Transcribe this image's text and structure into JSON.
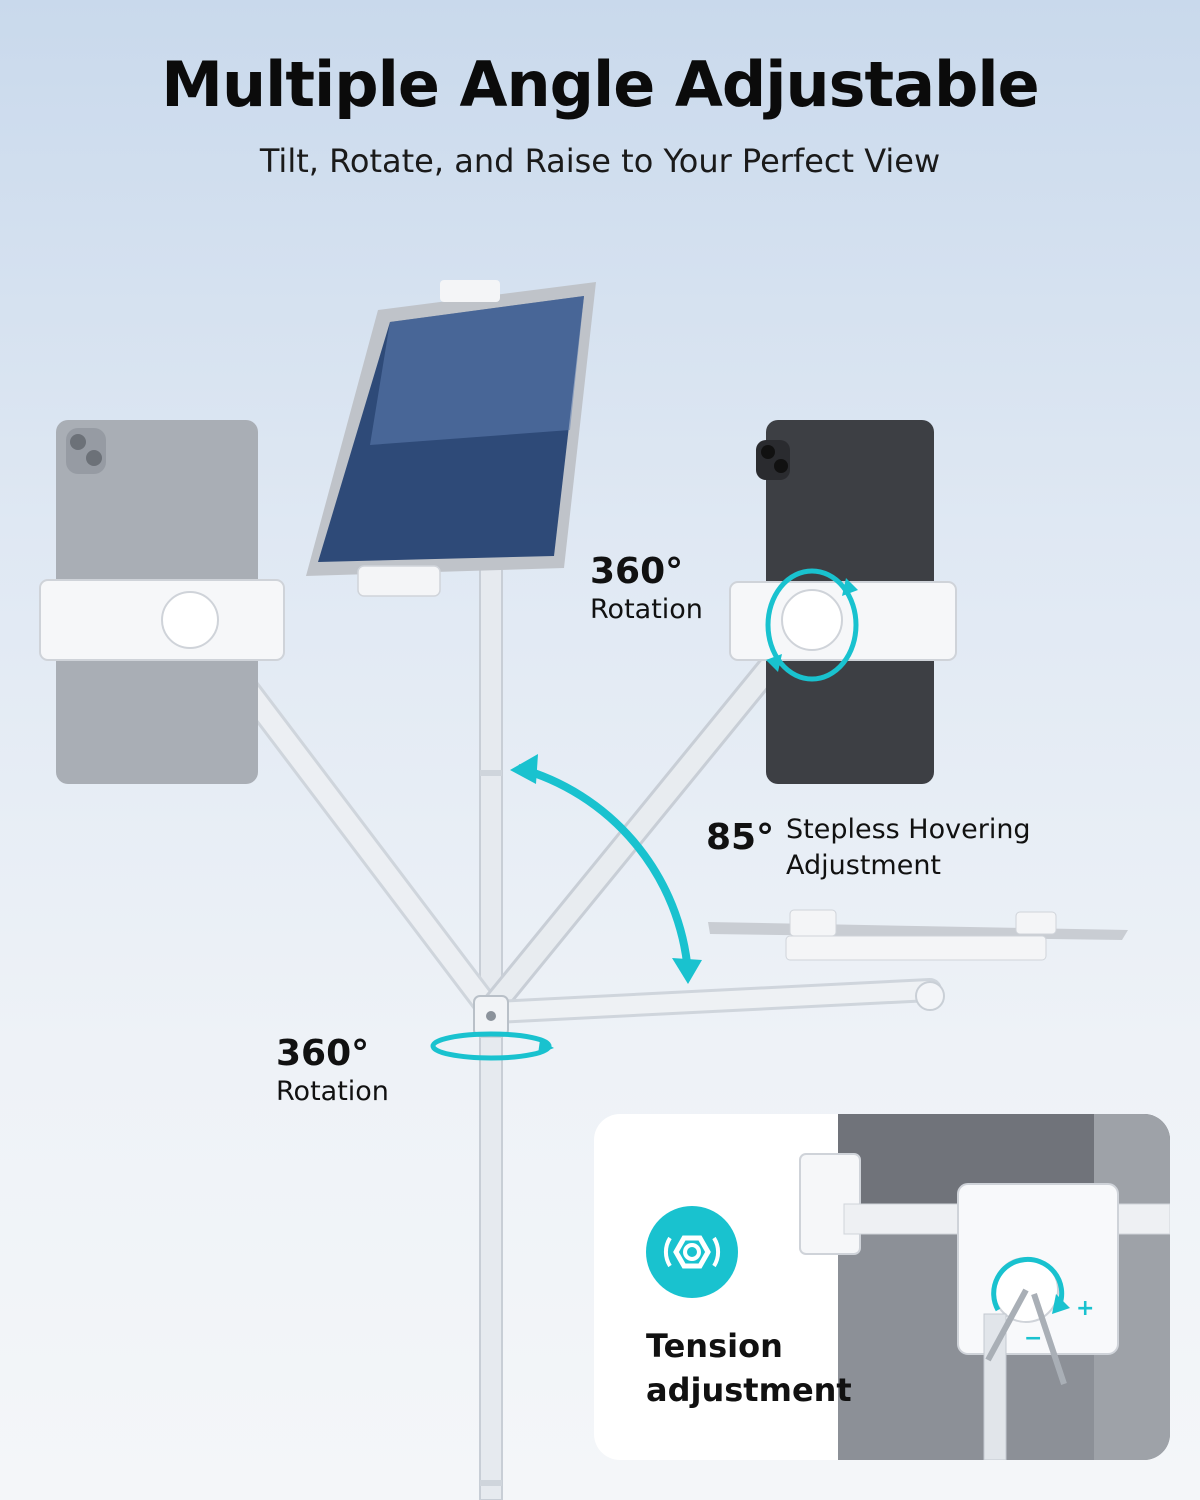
{
  "header": {
    "title": "Multiple Angle Adjustable",
    "subtitle": "Tilt, Rotate, and Raise to Your Perfect View"
  },
  "callouts": {
    "top_rotation": {
      "degrees": "360°",
      "label": "Rotation"
    },
    "bottom_rotation": {
      "degrees": "360°",
      "label": "Rotation"
    },
    "hover": {
      "degrees": "85°",
      "line1": "Stepless Hovering",
      "line2": "Adjustment"
    }
  },
  "inset": {
    "title_line1": "Tension",
    "title_line2": "adjustment",
    "icon": "rotate-tension-icon",
    "plus_symbol": "+",
    "minus_symbol": "−"
  },
  "colors": {
    "accent": "#19c2cf",
    "pole": "#e3e8ee",
    "tablet_silver": "#a9aeb5",
    "tablet_dark": "#3d3f44"
  },
  "icons": [
    "rotate-arrow-icon",
    "curved-double-arrow-icon",
    "tension-icon"
  ]
}
